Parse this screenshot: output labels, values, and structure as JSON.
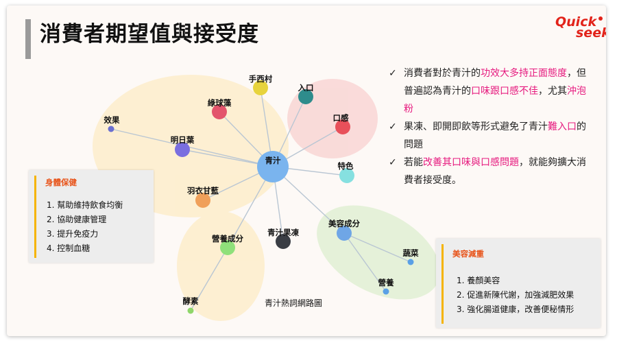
{
  "title": "消費者期望值與接受度",
  "logo": {
    "line1": "Quick",
    "line2": "seek"
  },
  "network": {
    "center": "青汁",
    "nodes": [
      "手西村",
      "入口",
      "綠球藻",
      "口感",
      "效果",
      "明日葉",
      "特色",
      "羽衣甘藍",
      "美容成分",
      "營養成分",
      "青汁果凍",
      "蔬菜",
      "營養",
      "酵素"
    ],
    "caption": "青汁熱詞網路圖"
  },
  "colors": {
    "highlight": "#e6197e",
    "accent_bar": "#f5b400",
    "box_title": "#e8541a"
  },
  "bullets": [
    {
      "segments": [
        {
          "t": "消費者對於青汁的",
          "h": false
        },
        {
          "t": "功效大多持正面態度",
          "h": true
        },
        {
          "t": "，但普遍認為青汁的",
          "h": false
        },
        {
          "t": "口味跟口感不佳",
          "h": true
        },
        {
          "t": "，尤其",
          "h": false
        },
        {
          "t": "沖泡粉",
          "h": true
        }
      ]
    },
    {
      "segments": [
        {
          "t": "果凍、即開即飲等形式避免了青汁",
          "h": false
        },
        {
          "t": "難入口",
          "h": true
        },
        {
          "t": "的問題",
          "h": false
        }
      ]
    },
    {
      "segments": [
        {
          "t": "若能",
          "h": false
        },
        {
          "t": "改善其口味與口感問題",
          "h": true
        },
        {
          "t": "，就能夠擴大消費者接受度。",
          "h": false
        }
      ]
    }
  ],
  "check_mark": "✓",
  "health_box": {
    "title": "身體保健",
    "items": [
      "1.  幫助維持飲食均衡",
      "2.  協助健康管理",
      "3.  提升免疫力",
      "4.  控制血糖"
    ]
  },
  "beauty_box": {
    "title": "美容減重",
    "items": [
      "1.  養顏美容",
      "2.  促進新陳代謝，加強減肥效果",
      "3.  強化腸道健康，改善便秘情形"
    ]
  }
}
